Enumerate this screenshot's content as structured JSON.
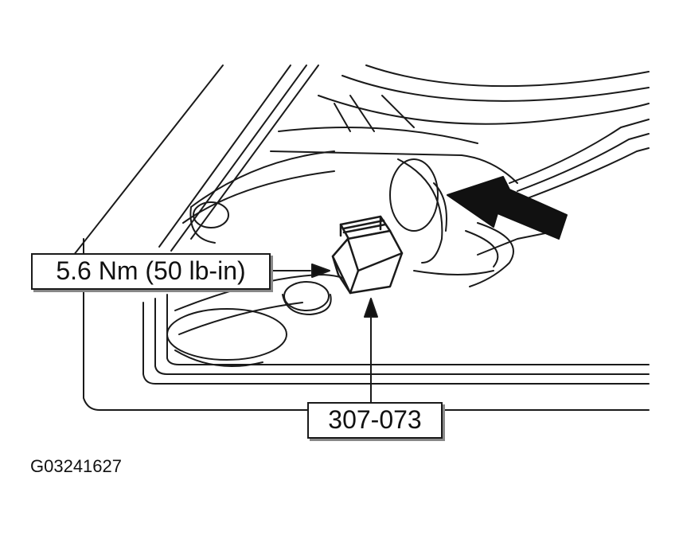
{
  "diagram": {
    "callouts": {
      "torque": "5.6 Nm (50 lb-in)",
      "part_number": "307-073"
    },
    "figure_id": "G03241627"
  }
}
